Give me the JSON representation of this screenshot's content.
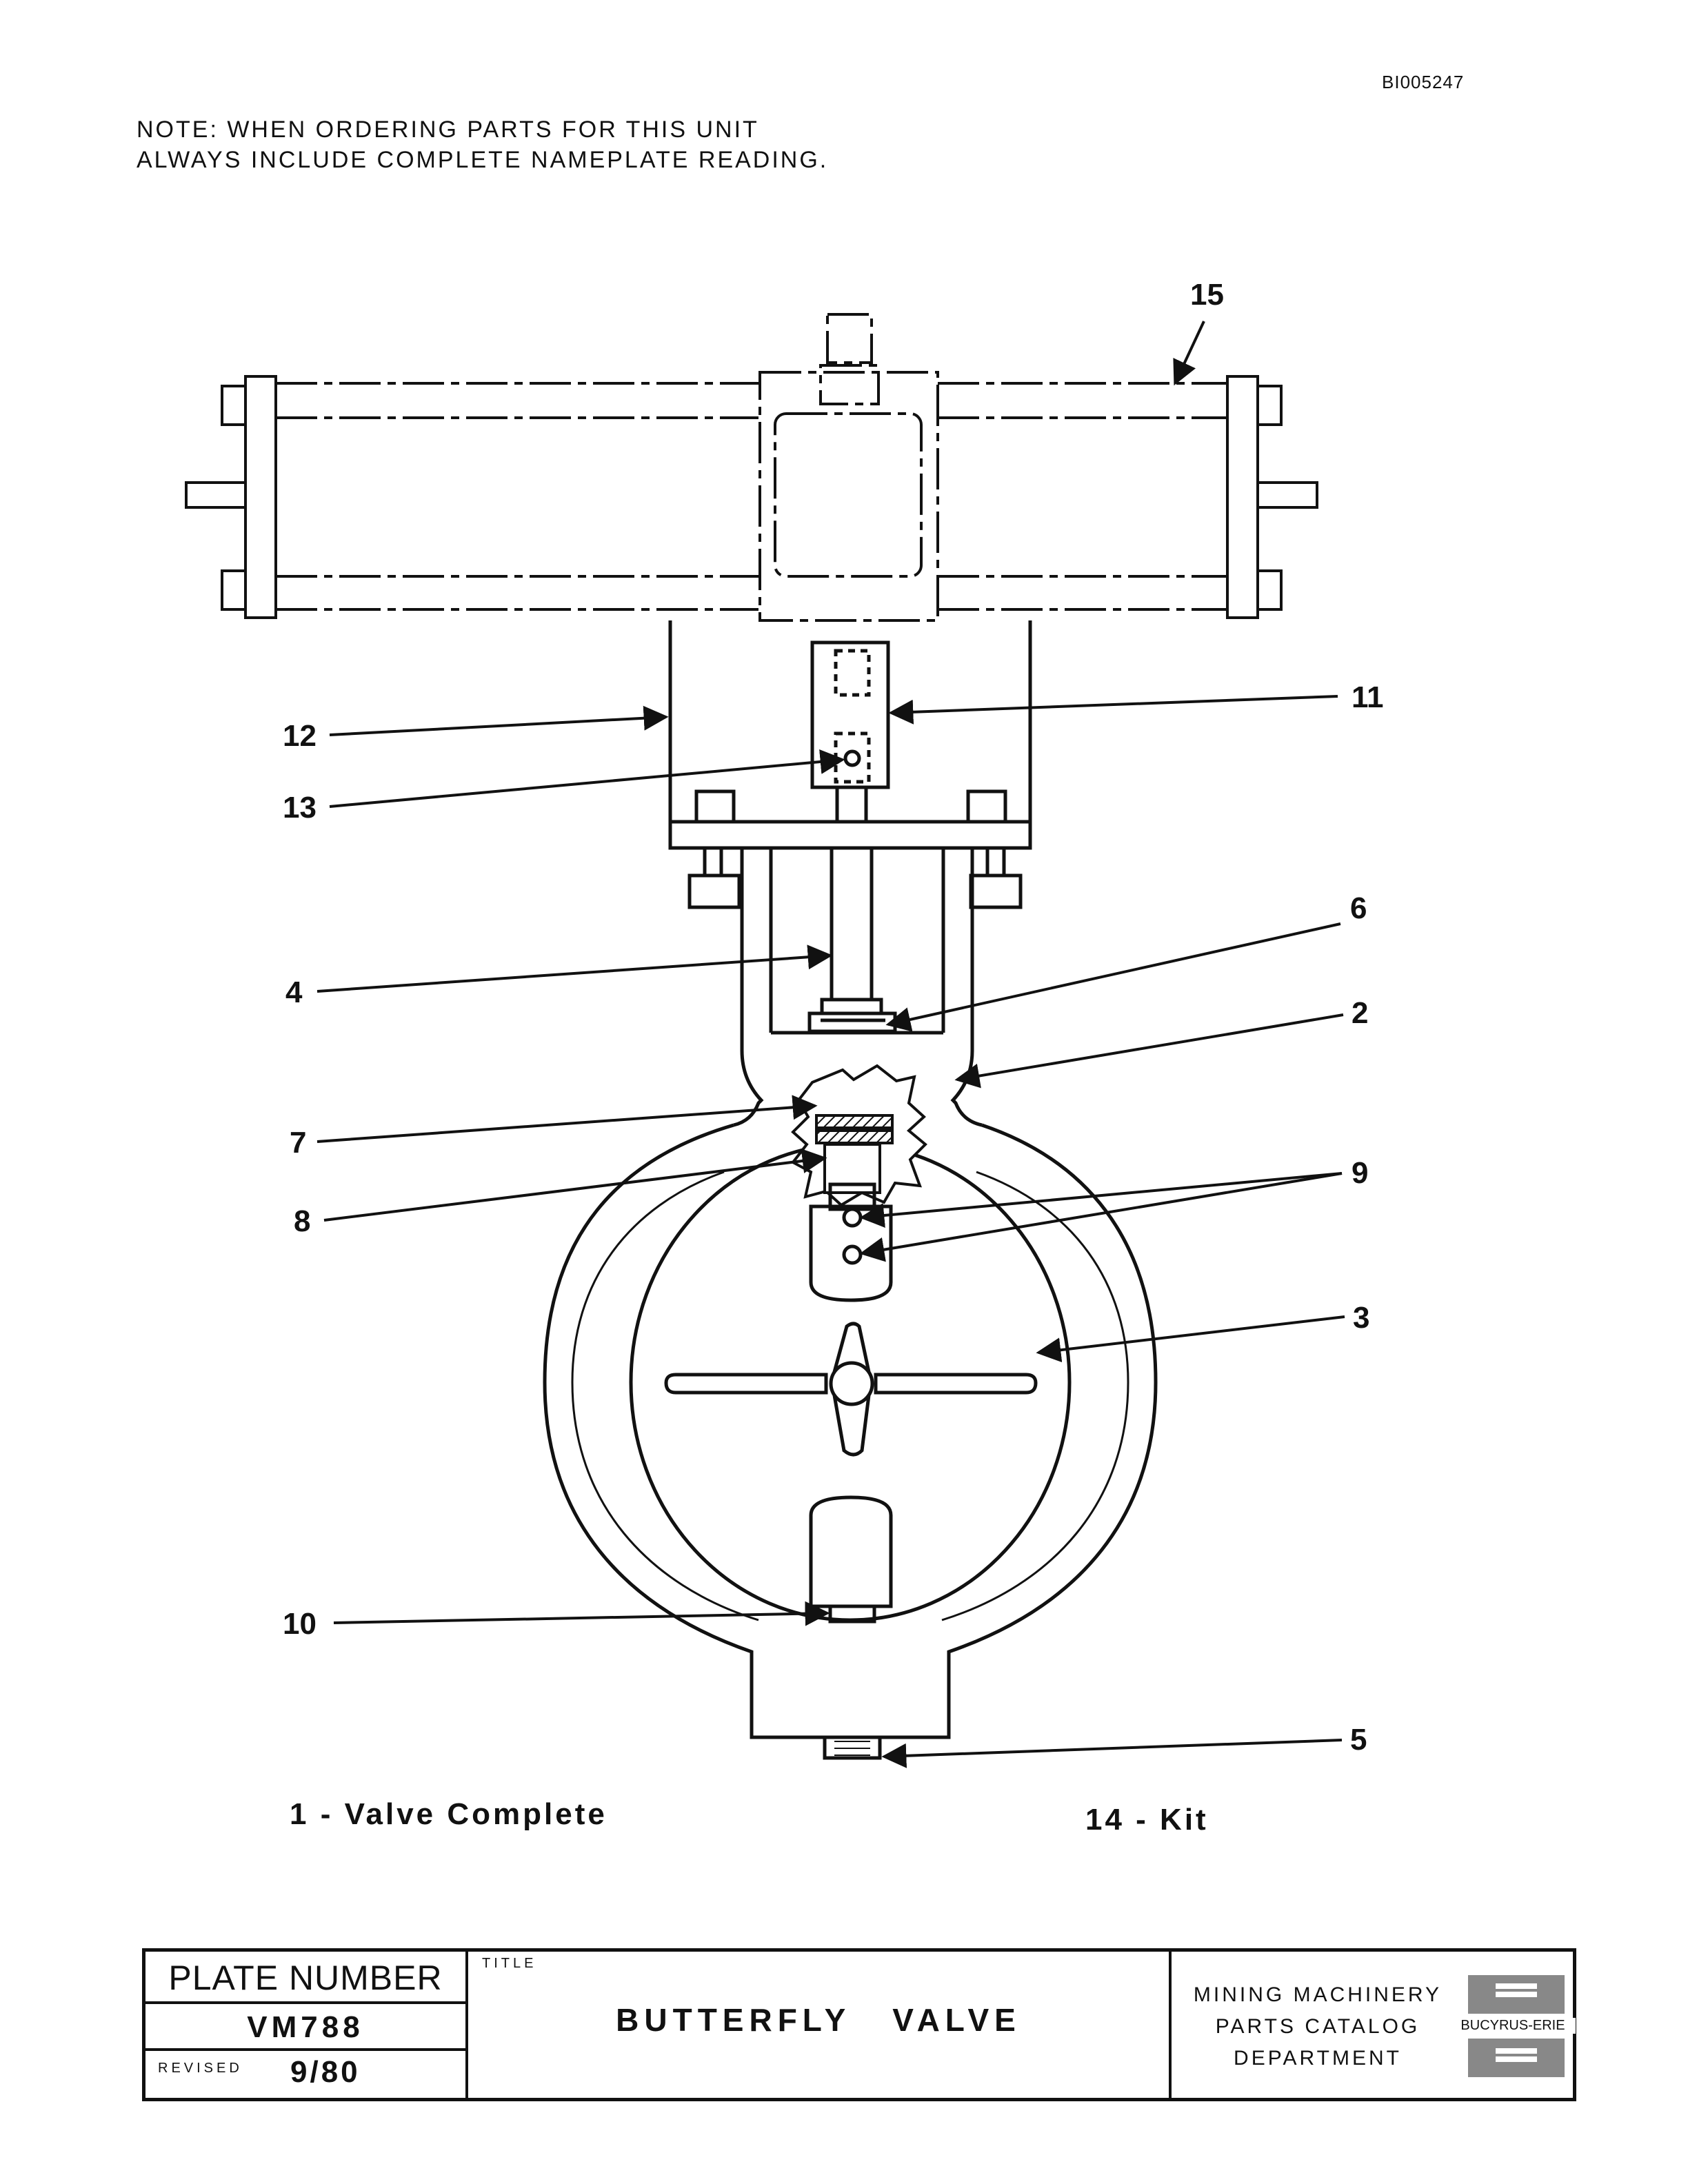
{
  "doc_id": "BI005247",
  "note": {
    "line1": "NOTE:  WHEN ORDERING PARTS FOR THIS UNIT",
    "line2": "ALWAYS INCLUDE COMPLETE NAMEPLATE READING."
  },
  "callouts": {
    "c2": "2",
    "c3": "3",
    "c4": "4",
    "c5": "5",
    "c6": "6",
    "c7": "7",
    "c8": "8",
    "c9": "9",
    "c10": "10",
    "c11": "11",
    "c12": "12",
    "c13": "13",
    "c15": "15"
  },
  "captions": {
    "valve_complete": "1 - Valve  Complete",
    "kit": "14 - Kit"
  },
  "title_block": {
    "plate_number_label": "PLATE NUMBER",
    "plate_number": "VM788",
    "revised_label": "REVISED",
    "revised": "9/80",
    "title_label": "TITLE",
    "title": "BUTTERFLY VALVE",
    "dept_line1": "MINING MACHINERY",
    "dept_line2": "PARTS CATALOG",
    "dept_line3": "DEPARTMENT",
    "brand": "BUCYRUS-ERIE"
  }
}
